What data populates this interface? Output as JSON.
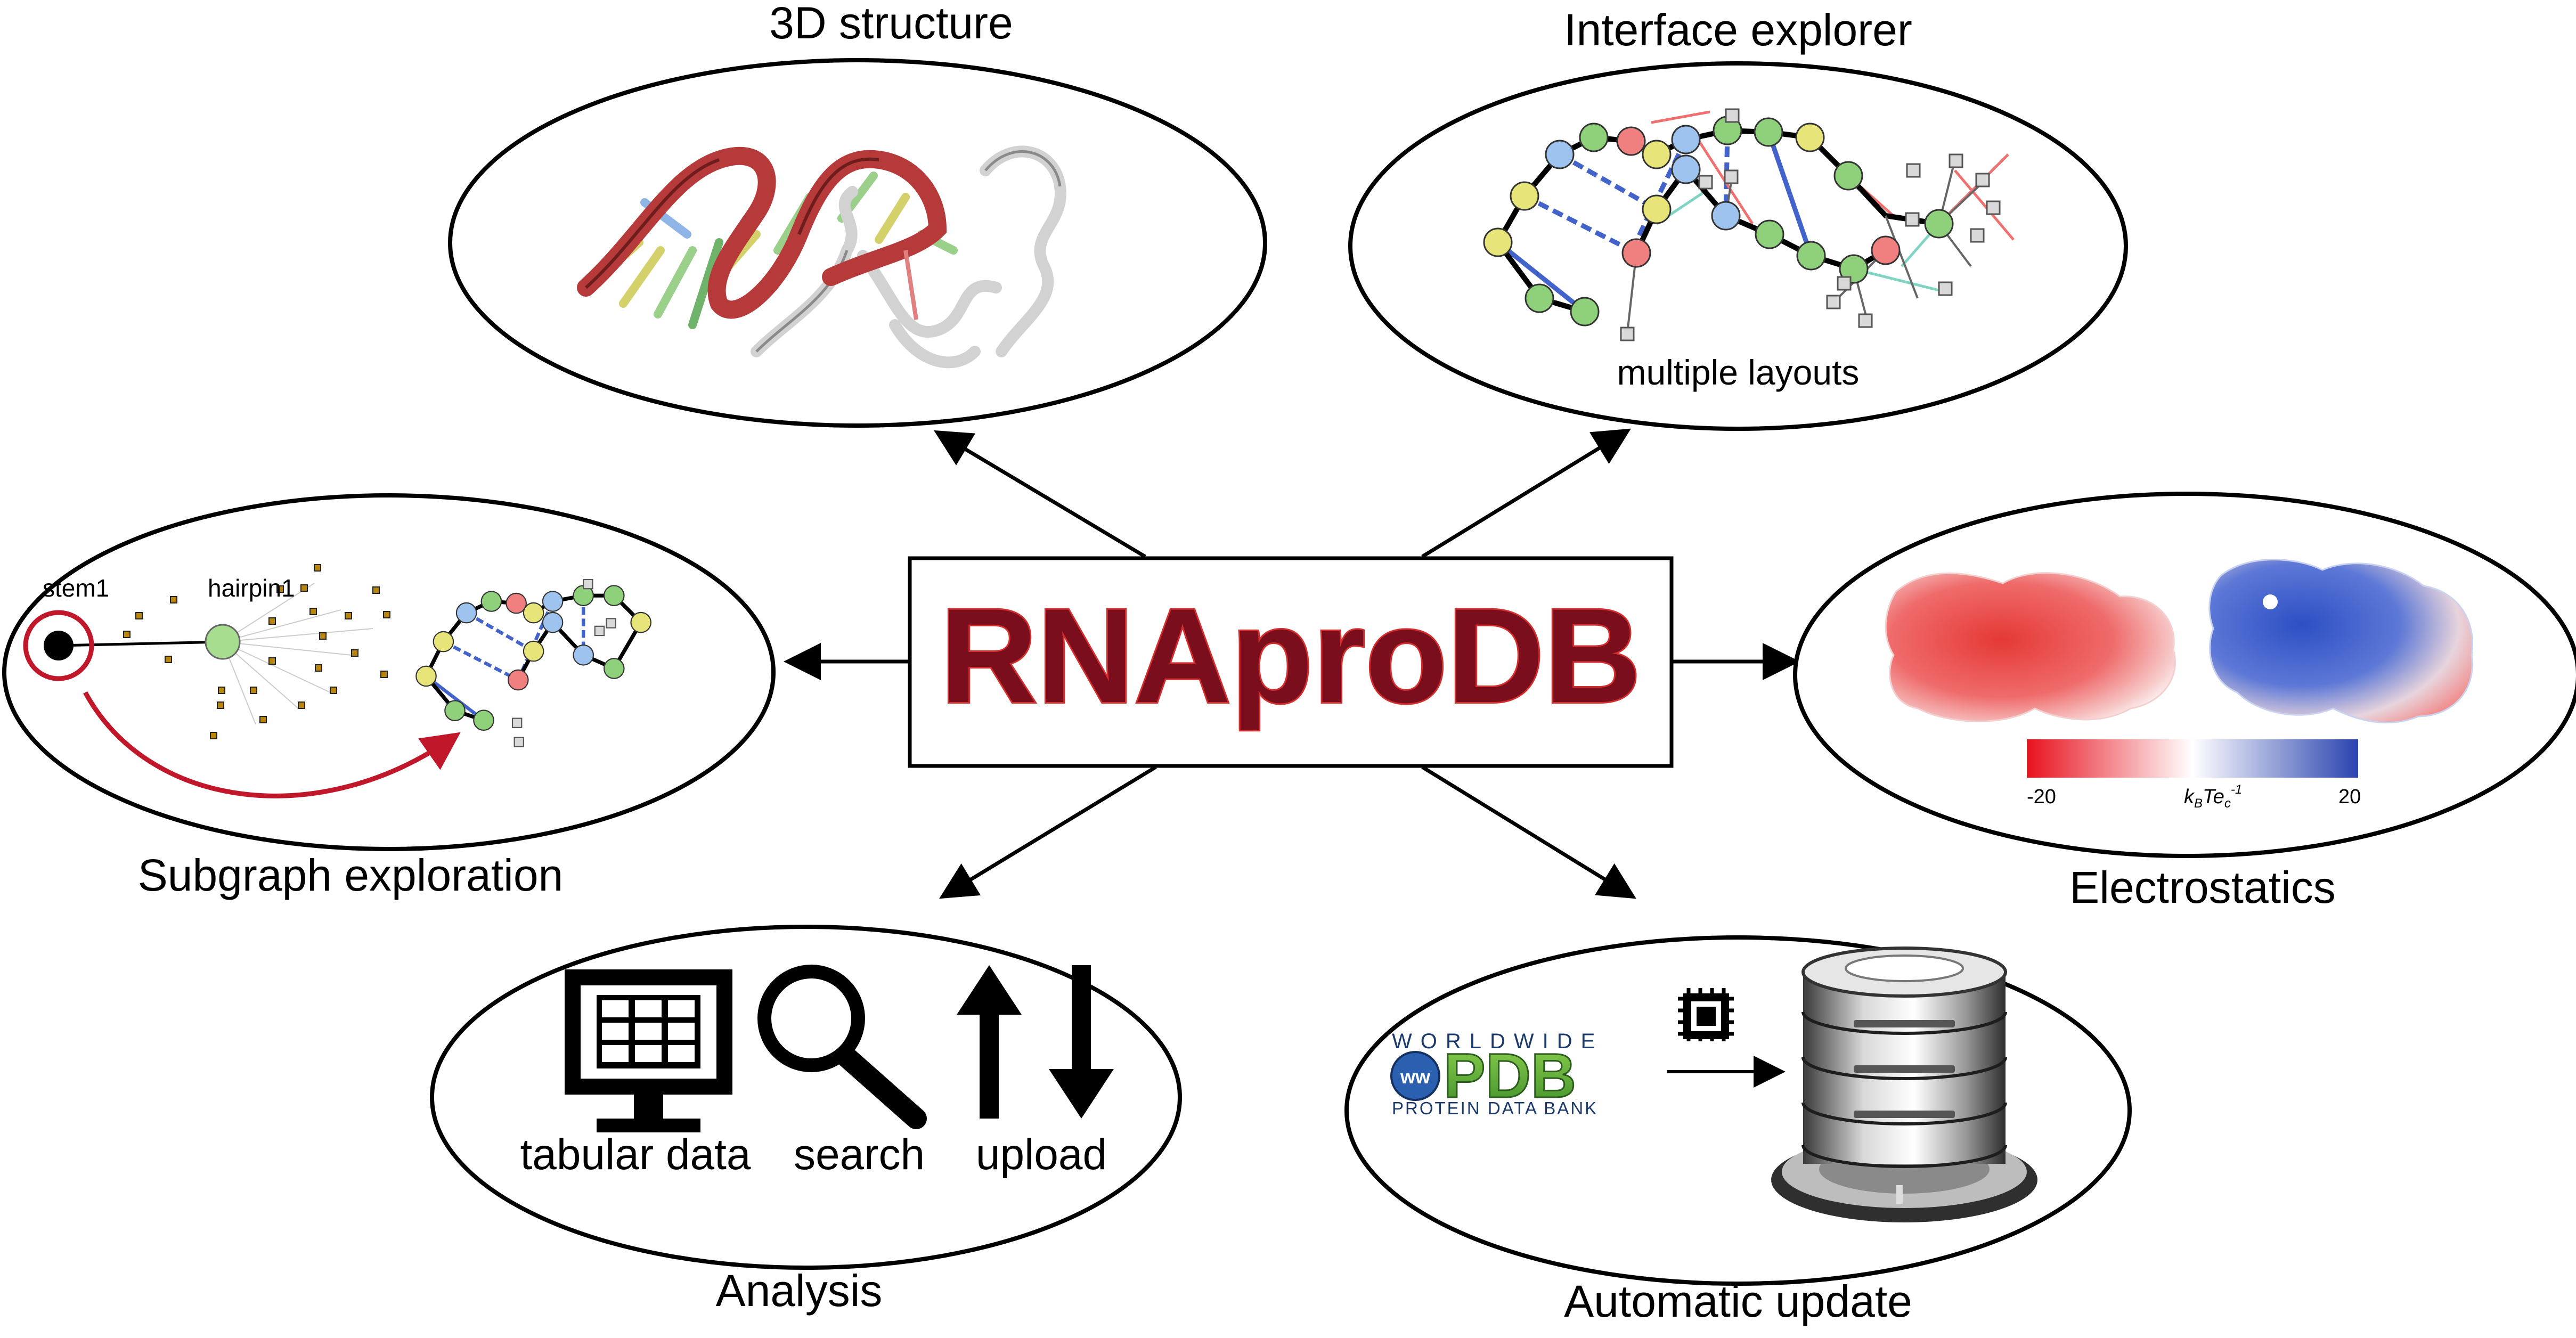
{
  "center": {
    "title": "RNAproDB",
    "title_fill": "#7a0e1c",
    "title_stroke": "#d32f2f"
  },
  "panels": {
    "structure": {
      "label": "3D structure"
    },
    "interface": {
      "label": "Interface explorer",
      "caption": "multiple layouts"
    },
    "subgraph": {
      "label": "Subgraph exploration",
      "node_a": "stem1",
      "node_b": "hairpin1"
    },
    "electrostatics": {
      "label": "Electrostatics",
      "scale_min": "-20",
      "scale_max": "20"
    },
    "analysis": {
      "label": "Analysis",
      "tabular": "tabular data",
      "search": "search",
      "upload": "upload"
    },
    "update": {
      "label": "Automatic update",
      "pdb_top": "WORLDWIDE",
      "pdb_mid": "PDB",
      "pdb_bottom": "PROTEIN DATA BANK",
      "pdb_badge": "ww"
    }
  },
  "colors": {
    "rna_ribbon": "#b73a3a",
    "node_g": "#8fd17a",
    "node_c": "#e7e47a",
    "node_a": "#f08080",
    "node_u": "#9ec3ee",
    "basepair": "#4263c9",
    "scale_red": "#e8121e",
    "scale_blue": "#2a44b0",
    "arrow_red": "#c0182a"
  },
  "icons": [
    "monitor-table-icon",
    "magnifier-icon",
    "upload-arrows-icon",
    "chip-icon",
    "server-stack-icon",
    "pdb-logo"
  ]
}
